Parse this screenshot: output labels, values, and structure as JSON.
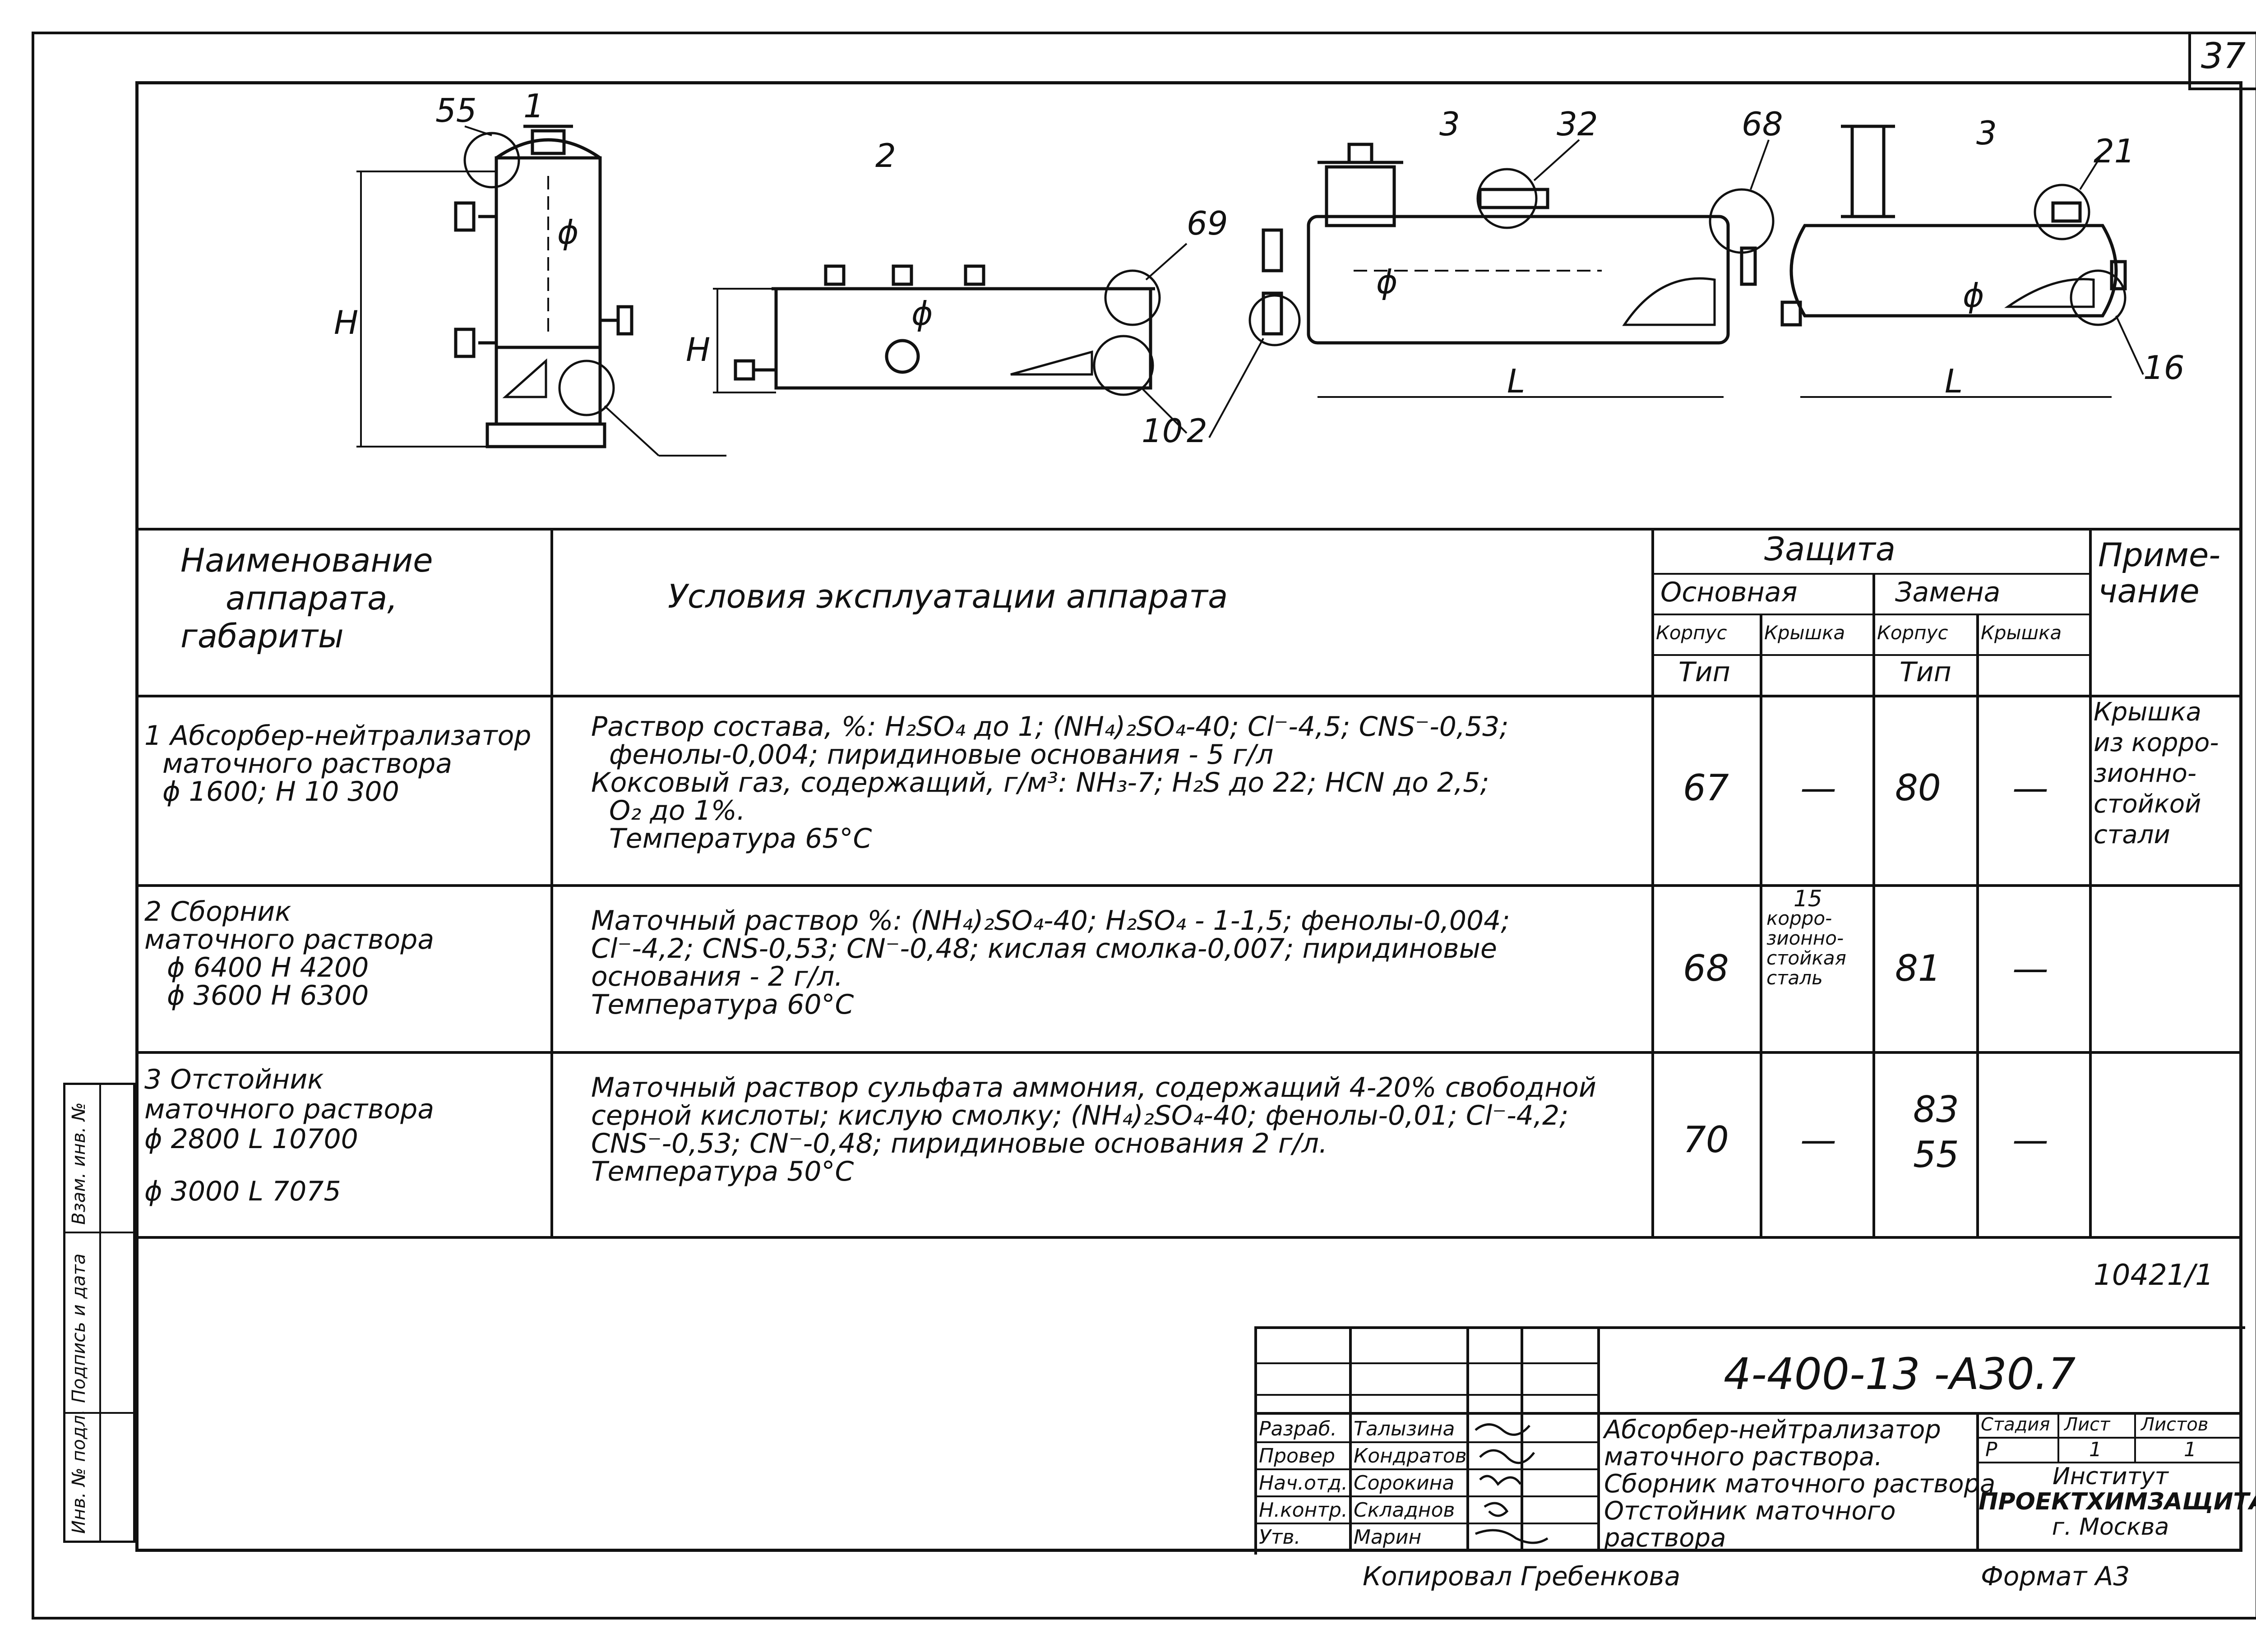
{
  "page_number": "37",
  "drawing": {
    "callouts": [
      "55",
      "1",
      "2",
      "69",
      "2",
      "3",
      "32",
      "68",
      "10",
      "3",
      "21",
      "16"
    ],
    "dims": {
      "H": "H",
      "phi": "ϕ",
      "L": "L"
    }
  },
  "table": {
    "headers": {
      "name": [
        "Наименование",
        "аппарата,",
        "габариты"
      ],
      "conditions": "Условия эксплуатации аппарата",
      "protection": "Защита",
      "basic": "Основная",
      "replacement": "Замена",
      "body": "Корпус",
      "lid": "Крышка",
      "type": "Тип",
      "note": [
        "Приме-",
        "чание"
      ]
    },
    "rows": [
      {
        "name": [
          "1 Абсорбер-нейтрализатор",
          "маточного раствора",
          "ϕ 1600;   Н 10 300"
        ],
        "conditions": [
          "Раствор состава, %: H₂SO₄ до 1; (NH₄)₂SO₄-40; Cl⁻-4,5; CNS⁻-0,53;",
          "фенолы-0,004; пиридиновые основания - 5 г/л",
          "Коксовый газ, содержащий, г/м³: NH₃-7; H₂S до 22; HCN до 2,5;",
          "O₂ до 1%.",
          "Температура  65°С"
        ],
        "basic_body": "67",
        "basic_lid": "—",
        "repl_body": "80",
        "repl_lid": "—",
        "note": [
          "Крышка",
          "из корро-",
          "зионно-",
          "стойкой",
          "стали"
        ]
      },
      {
        "name": [
          "2    Сборник",
          "маточного раствора",
          "ϕ 6400     Н 4200",
          "ϕ 3600     Н 6300"
        ],
        "conditions": [
          "Маточный раствор %: (NH₄)₂SO₄-40; H₂SO₄ - 1-1,5; фенолы-0,004;",
          "Cl⁻-4,2; CNS-0,53; CN⁻-0,48; кислая смолка-0,007; пиридиновые",
          "основания - 2 г/л.",
          "Температура  60°С"
        ],
        "basic_body": "68",
        "basic_lid": [
          "15",
          "корро-",
          "зионно-",
          "стойкая",
          "сталь"
        ],
        "repl_body": "81",
        "repl_lid": "—",
        "note": []
      },
      {
        "name": [
          "3    Отстойник",
          "маточного раствора",
          "ϕ 2800     L 10700",
          "ϕ 3000     L 7075"
        ],
        "conditions": [
          "Маточный раствор сульфата аммония, содержащий 4-20% свободной",
          "серной кислоты; кислую смолку; (NH₄)₂SO₄-40; фенолы-0,01; Cl⁻-4,2;",
          "CNS⁻-0,53; CN⁻-0,48; пиридиновые основания 2 г/л.",
          "Температура  50°С"
        ],
        "basic_body": "70",
        "basic_lid": "—",
        "repl_body": [
          "83",
          "55"
        ],
        "repl_lid": "—",
        "note": []
      }
    ]
  },
  "stamp": {
    "inventory": "10421/1",
    "doc_code": "4-400-13 -А30.7",
    "roles": [
      {
        "role": "Разраб.",
        "name": "Талызина"
      },
      {
        "role": "Провер",
        "name": "Кондратов"
      },
      {
        "role": "Нач.отд.",
        "name": "Сорокина"
      },
      {
        "role": "Н.контр.",
        "name": "Складнов"
      },
      {
        "role": "Утв.",
        "name": "Марин"
      }
    ],
    "title": [
      "Абсорбер-нейтрализатор",
      "маточного раствора.",
      "Сборник маточного раствора",
      "Отстойник маточного",
      "раствора"
    ],
    "stage_label": "Стадия",
    "sheet_label": "Лист",
    "sheets_label": "Листов",
    "stage": "Р",
    "sheet": "1",
    "sheets": "1",
    "org": [
      "Институт",
      "ПРОЕКТХИМЗАЩИТА",
      "г. Москва"
    ],
    "copied": "Копировал  Гребенкова",
    "format": "Формат   А3"
  },
  "side_stamp": [
    "Инв. № подл.",
    "Подпись и дата",
    "Взам. инв. №"
  ]
}
